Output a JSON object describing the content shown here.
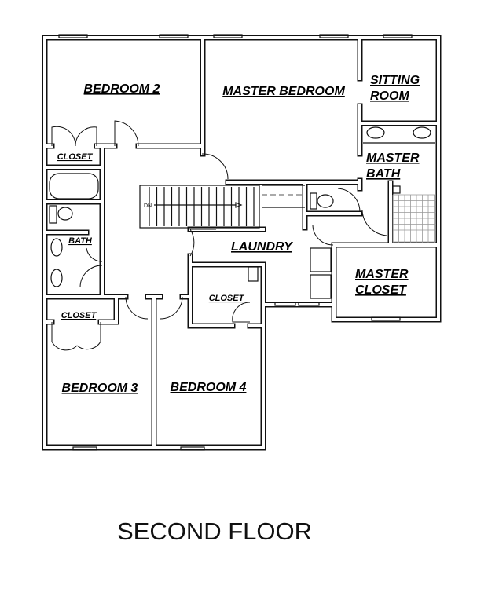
{
  "plan": {
    "title": "SECOND FLOOR",
    "rooms": {
      "bedroom2": "BEDROOM 2",
      "master_bedroom": "MASTER BEDROOM",
      "sitting_line1": "SITTING",
      "sitting_line2": "ROOM",
      "closet_b2": "CLOSET",
      "master_bath_line1": "MASTER",
      "master_bath_line2": "BATH",
      "stairs": "DN",
      "bath": "BATH",
      "laundry": "LAUNDRY",
      "master_closet_line1": "MASTER",
      "master_closet_line2": "CLOSET",
      "closet_b4": "CLOSET",
      "closet_b3": "CLOSET",
      "bedroom3": "BEDROOM 3",
      "bedroom4": "BEDROOM 4"
    }
  }
}
